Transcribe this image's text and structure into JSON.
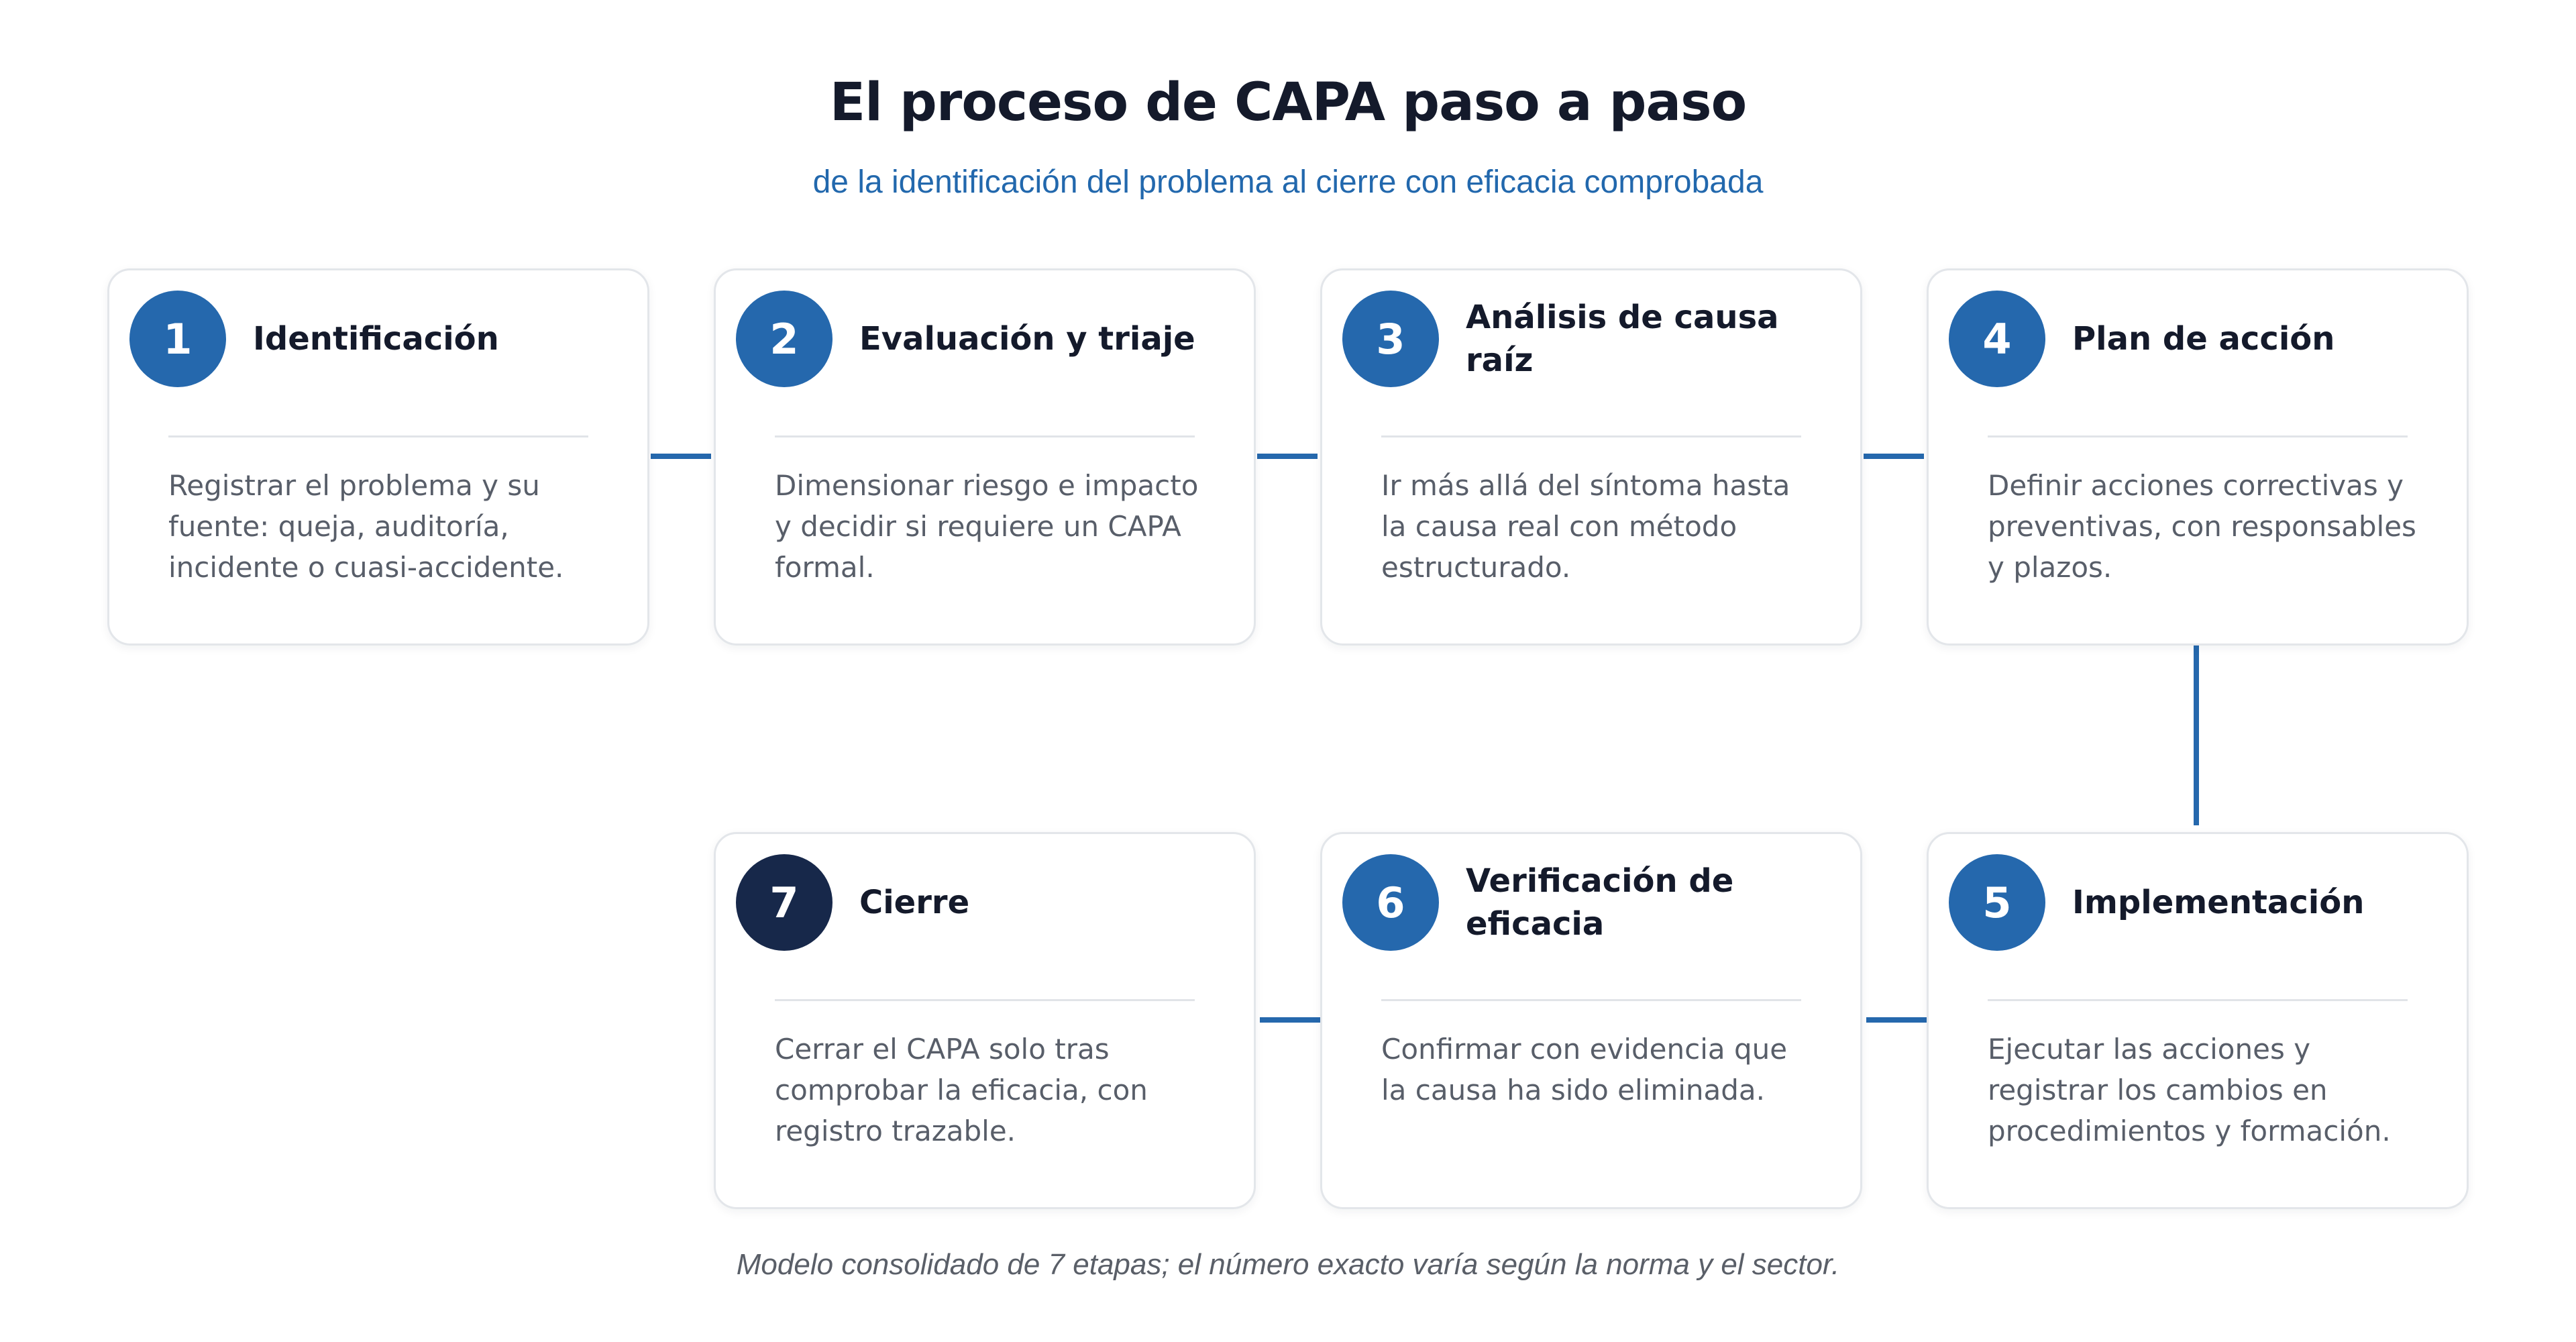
{
  "title": "El proceso de CAPA paso a paso",
  "subtitle": "de la identificación del problema al cierre con eficacia comprobada",
  "steps": [
    {
      "number": "1",
      "title": "Identificación",
      "description": "Registrar el problema y su fuente: queja, auditoría, incidente o cuasi-accidente."
    },
    {
      "number": "2",
      "title": "Evaluación y triaje",
      "description": "Dimensionar riesgo e impacto y decidir si requiere un CAPA formal."
    },
    {
      "number": "3",
      "title": "Análisis de causa raíz",
      "description": "Ir más allá del síntoma hasta la causa real con método estructurado."
    },
    {
      "number": "4",
      "title": "Plan de acción",
      "description": "Definir acciones correctivas y preventivas, con responsables y plazos."
    },
    {
      "number": "5",
      "title": "Implementación",
      "description": "Ejecutar las acciones y registrar los cambios en procedimientos y formación."
    },
    {
      "number": "6",
      "title": "Verificación de eficacia",
      "description": "Confirmar con evidencia que la causa ha sido eliminada."
    },
    {
      "number": "7",
      "title": "Cierre",
      "description": "Cerrar el CAPA solo tras comprobar la eficacia, con registro trazable."
    }
  ],
  "footnote": "Modelo consolidado de 7 etapas; el número exacto varía según la norma y el sector.",
  "colors": {
    "accent": "#2568ad",
    "final_badge": "#17284a",
    "title": "#141a2b",
    "subtitle": "#2268ad"
  }
}
